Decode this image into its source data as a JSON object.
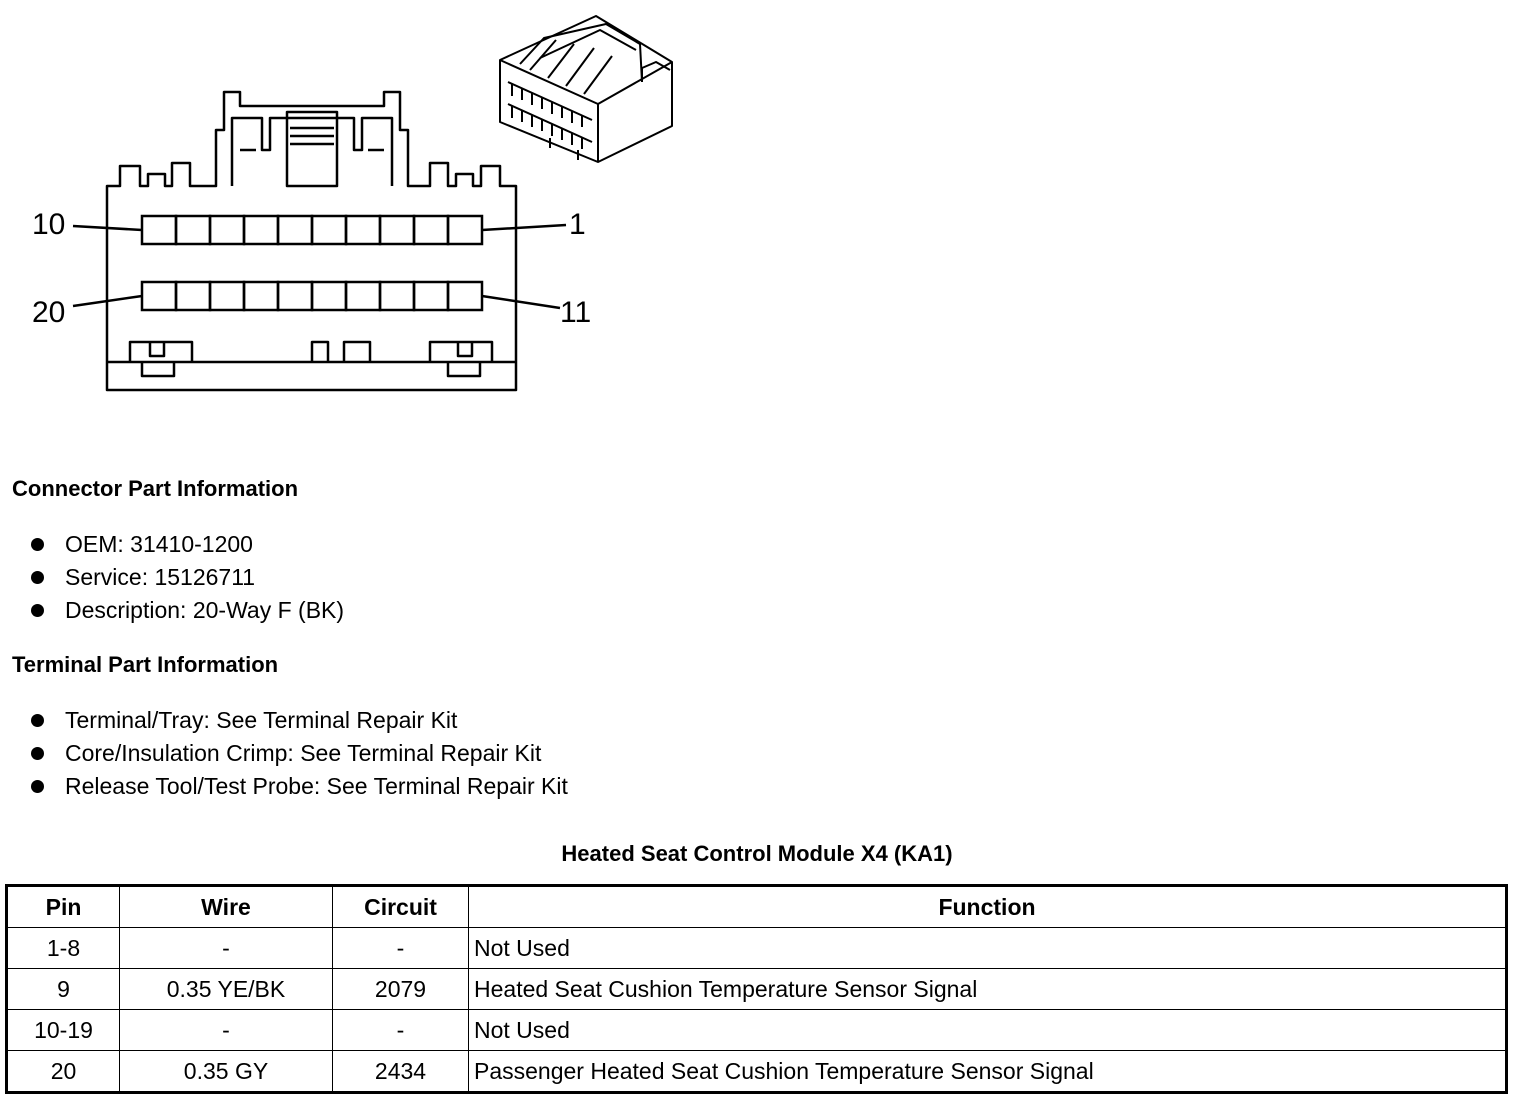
{
  "diagram": {
    "pin_labels": {
      "top_left": "10",
      "top_right": "1",
      "bottom_left": "20",
      "bottom_right": "11"
    }
  },
  "connector_section": {
    "heading": "Connector Part Information",
    "items": [
      "OEM: 31410-1200",
      "Service: 15126711",
      "Description: 20-Way F (BK)"
    ]
  },
  "terminal_section": {
    "heading": "Terminal Part Information",
    "items": [
      "Terminal/Tray: See Terminal Repair Kit",
      "Core/Insulation Crimp: See Terminal Repair Kit",
      "Release Tool/Test Probe: See Terminal Repair Kit"
    ]
  },
  "table": {
    "caption": "Heated Seat Control Module X4 (KA1)",
    "headers": {
      "pin": "Pin",
      "wire": "Wire",
      "circuit": "Circuit",
      "function": "Function"
    },
    "rows": [
      {
        "pin": "1-8",
        "wire": "-",
        "circuit": "-",
        "function": "Not Used"
      },
      {
        "pin": "9",
        "wire": "0.35 YE/BK",
        "circuit": "2079",
        "function": "Heated Seat Cushion Temperature Sensor Signal"
      },
      {
        "pin": "10-19",
        "wire": "-",
        "circuit": "-",
        "function": "Not Used"
      },
      {
        "pin": "20",
        "wire": "0.35 GY",
        "circuit": "2434",
        "function": "Passenger Heated Seat Cushion Temperature Sensor Signal"
      }
    ]
  }
}
